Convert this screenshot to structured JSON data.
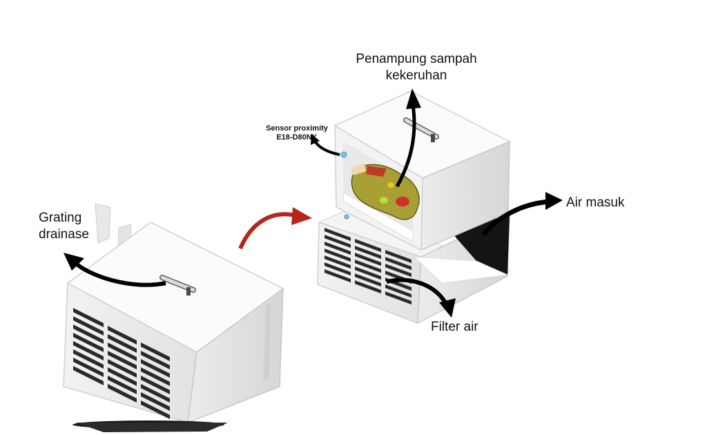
{
  "labels": {
    "grating_line1": "Grating",
    "grating_line2": "drainase",
    "penampung_line1": "Penampung sampah",
    "penampung_line2": "kekeruhan",
    "sensor_line1": "Sensor proximity",
    "sensor_line2": "E18-D80NK",
    "air_masuk": "Air masuk",
    "filter_air": "Filter air"
  },
  "colors": {
    "box_light": "#f6f6f6",
    "box_shadow": "#d9d9d9",
    "vent": "#2a2a2a",
    "arrow_black": "#000000",
    "arrow_red": "#b5251a",
    "trash_green": "#a8a032",
    "sensor_blue": "#7fc4e6"
  }
}
